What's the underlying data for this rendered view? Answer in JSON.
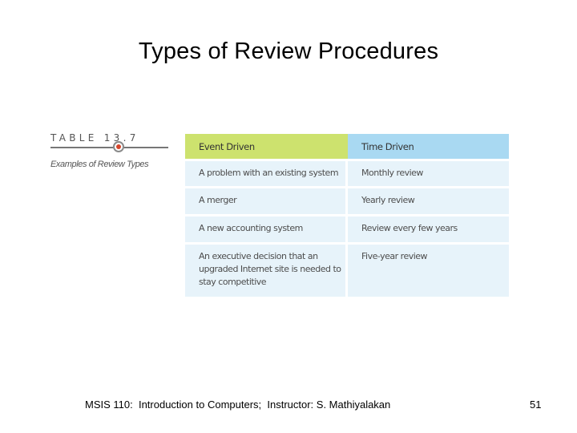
{
  "slide": {
    "title": "Types of Review Procedures"
  },
  "caption": {
    "table_number": "TABLE 13.7",
    "subtitle": "Examples of Review Types"
  },
  "table": {
    "headers": [
      "Event Driven",
      "Time Driven"
    ],
    "rows": [
      [
        "A problem with an existing system",
        "Monthly review"
      ],
      [
        "A merger",
        "Yearly review"
      ],
      [
        "A new accounting system",
        "Review every few years"
      ],
      [
        "An executive decision that an upgraded Internet site is needed to stay competitive",
        "Five-year review"
      ]
    ]
  },
  "footer": {
    "text": "MSIS 110:  Introduction to Computers;  Instructor: S. Mathiyalakan",
    "page_number": "51"
  },
  "colors": {
    "event_header": "#cde26e",
    "time_header": "#a9d9f2",
    "cell": "#e7f3fa",
    "marker": "#d6452b"
  }
}
